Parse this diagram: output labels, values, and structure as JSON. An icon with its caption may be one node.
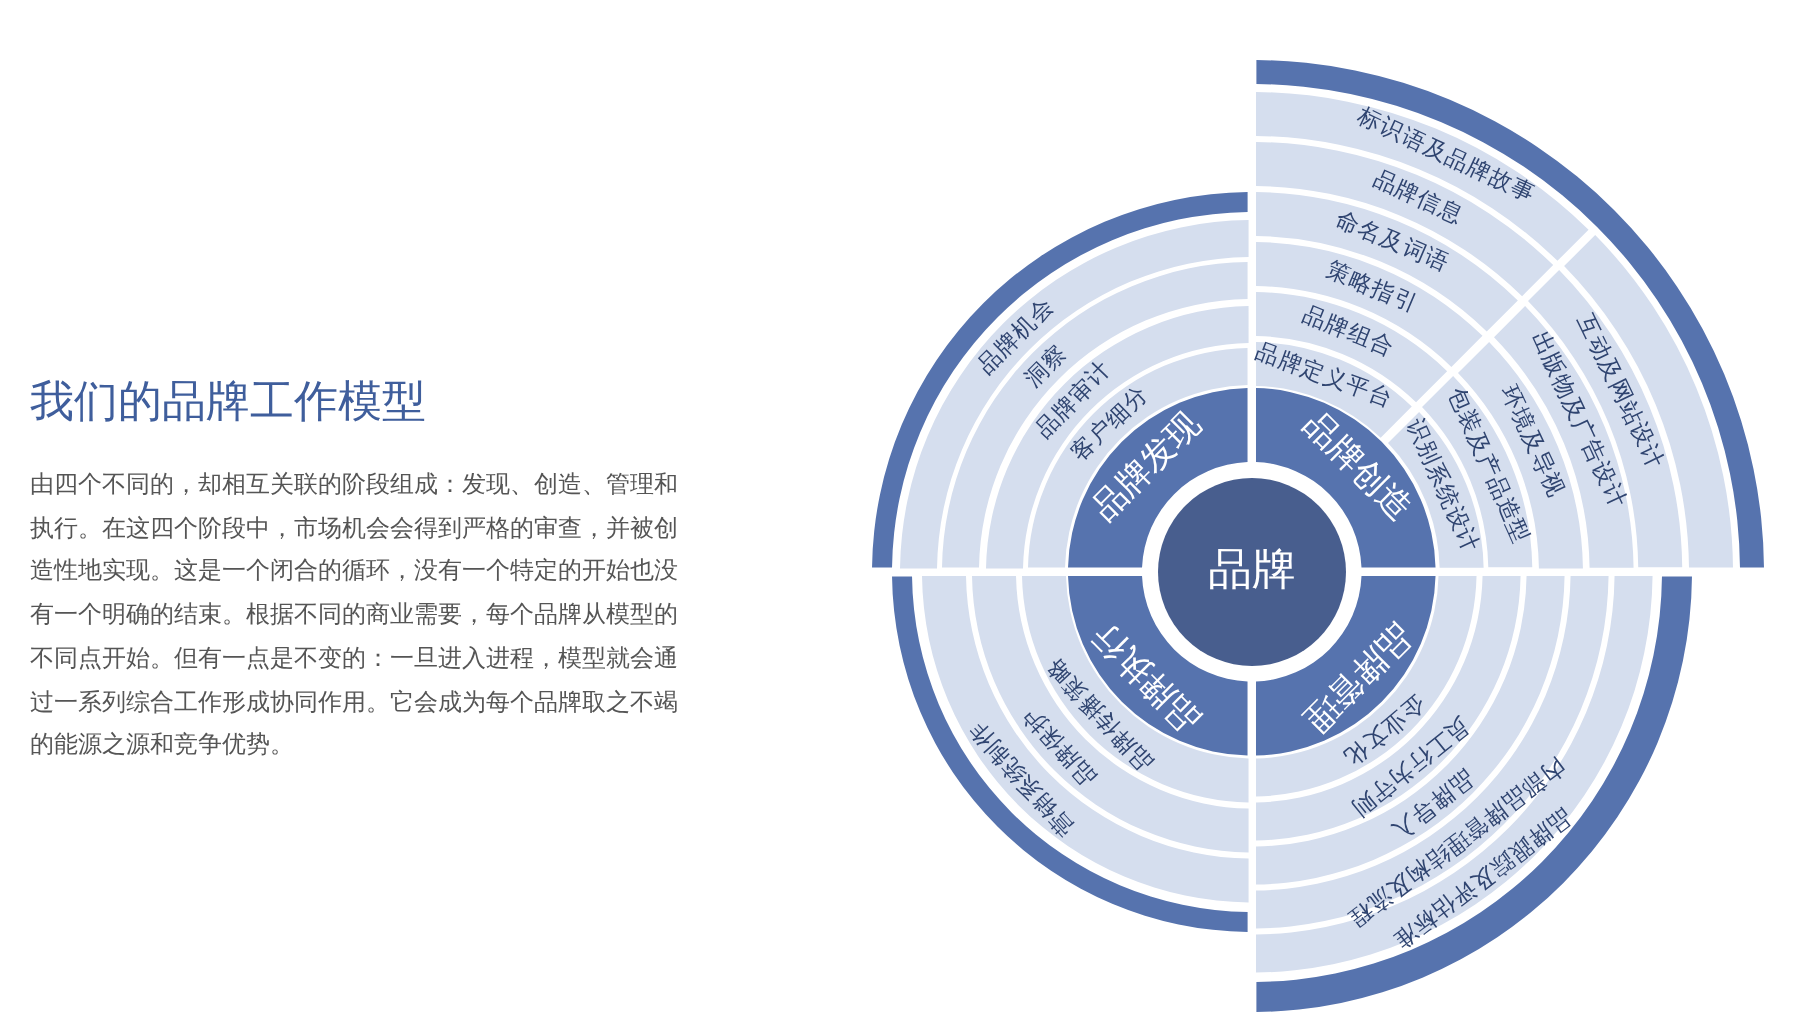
{
  "diagram": {
    "title": "我们的品牌工作模型",
    "nodes": [
      {
        "text": [
          "品牌"
        ]
      },
      {
        "text": [
          "品牌发现"
        ]
      },
      {
        "text": [
          "品牌创造"
        ]
      },
      {
        "text": [
          "品牌管理"
        ]
      },
      {
        "text": [
          "品牌执行"
        ]
      },
      {
        "text": [
          "客户细分"
        ]
      },
      {
        "text": [
          "品牌审计"
        ]
      },
      {
        "text": [
          "洞察"
        ]
      },
      {
        "text": [
          "品牌机会"
        ]
      },
      {
        "text": [
          "品牌定义平台"
        ]
      },
      {
        "text": [
          "品牌组合"
        ]
      },
      {
        "text": [
          "策略指引"
        ]
      },
      {
        "text": [
          "命名及词语"
        ]
      },
      {
        "text": [
          "品牌信息"
        ]
      },
      {
        "text": [
          "标识语及品牌故事"
        ]
      },
      {
        "text": [
          "识别系统设计"
        ]
      },
      {
        "text": [
          "包装及产品造型"
        ]
      },
      {
        "text": [
          "环境及导视"
        ]
      },
      {
        "text": [
          "出版物及广告设计"
        ]
      },
      {
        "text": [
          "互动及网站设计"
        ]
      },
      {
        "text": [
          "企业文化"
        ]
      },
      {
        "text": [
          "员工行为守则"
        ]
      },
      {
        "text": [
          "品牌导入"
        ]
      },
      {
        "text": [
          "内部品牌管理结构及流程"
        ]
      },
      {
        "text": [
          "品牌跟踪及评估标准"
        ]
      },
      {
        "text": [
          "品牌传播策略"
        ]
      },
      {
        "text": [
          "品牌保护"
        ]
      },
      {
        "text": [
          "营销系统制作"
        ]
      }
    ],
    "labels": [
      "由四个不同的，却相互关联的阶段组成：发现、创造、管理和执行。在这四个阶段中，市场机会会得到严格的审查，并被创造性地实现。这是一个闭合的循环，没有一个特定的开始也没有一个明确的结束。根据不同的商业需要，每个品牌从模型的不同点开始。但有一点是不变的：一旦进入进程，模型就会通过一系列综合工作形成协同作用。它会成为每个品牌取之不竭的能源之源和竞争优势。"
    ]
  }
}
